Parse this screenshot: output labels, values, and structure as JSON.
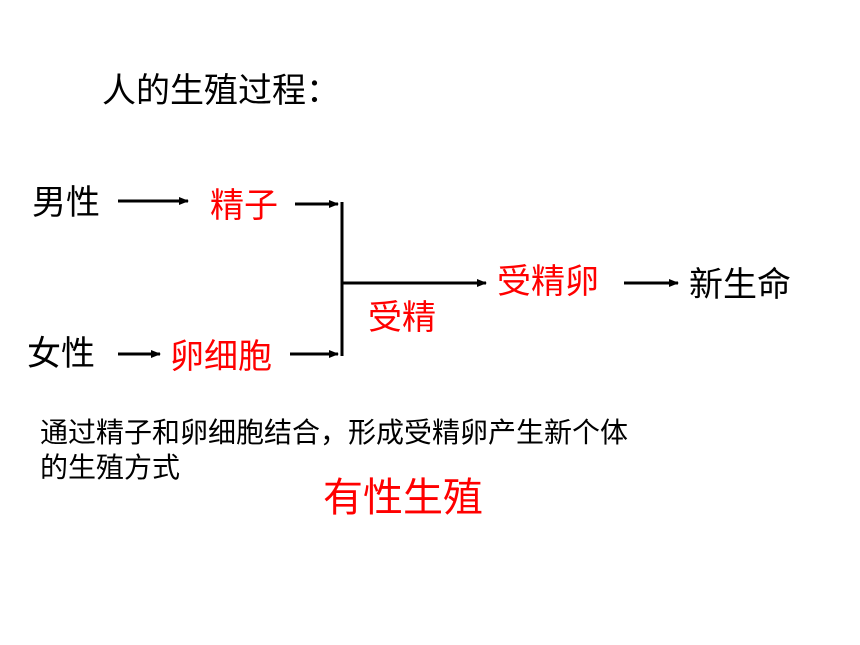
{
  "title": "人的生殖过程：",
  "diagram": {
    "male": "男性",
    "sperm": "精子",
    "female": "女性",
    "egg": "卵细胞",
    "fertilization": "受精",
    "zygote": "受精卵",
    "new_life": "新生命"
  },
  "definition": {
    "line1": "通过精子和卵细胞结合，形成受精卵产生新个体",
    "line2": "的生殖方式"
  },
  "answer": "有性生殖",
  "colors": {
    "highlight": "#ff0000",
    "text": "#000000"
  }
}
